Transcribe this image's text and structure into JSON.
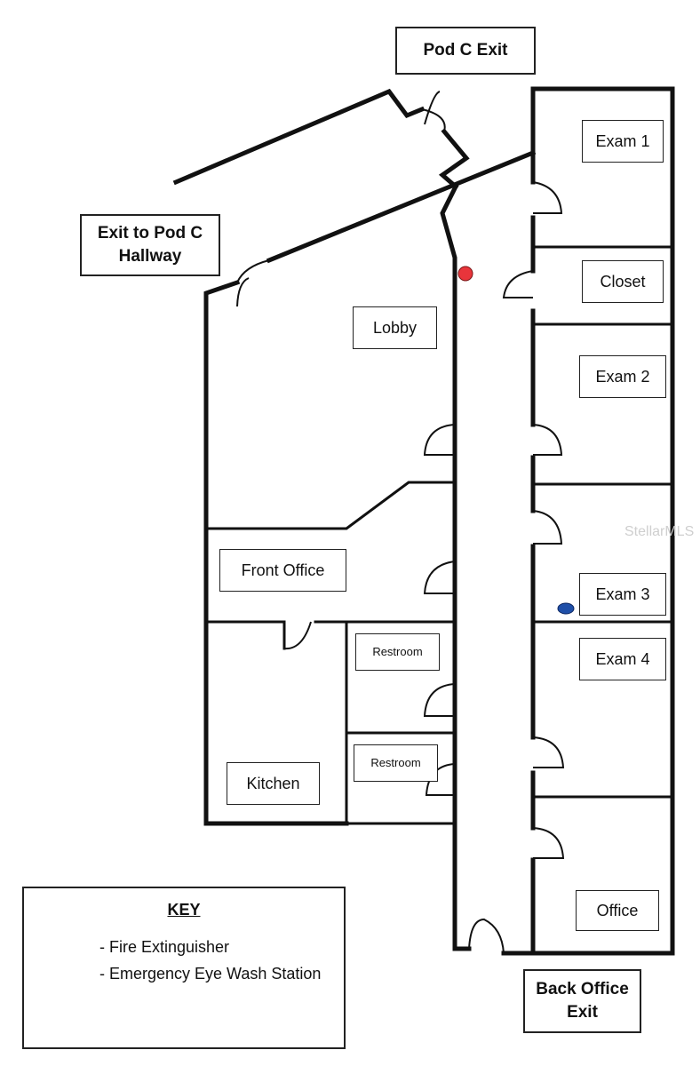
{
  "labels": {
    "pod_c_exit": "Pod C Exit",
    "exit_to_pod_c_line1": "Exit to Pod C",
    "exit_to_pod_c_line2": "Hallway",
    "exam_1": "Exam 1",
    "closet": "Closet",
    "lobby": "Lobby",
    "exam_2": "Exam 2",
    "front_office": "Front Office",
    "exam_3": "Exam 3",
    "exam_4": "Exam 4",
    "restroom_1": "Restroom",
    "restroom_2": "Restroom",
    "kitchen": "Kitchen",
    "office": "Office",
    "back_office_exit_line1": "Back Office",
    "back_office_exit_line2": "Exit"
  },
  "key": {
    "title": "KEY",
    "items": [
      "- Fire Extinguisher",
      "- Emergency Eye Wash Station"
    ]
  },
  "markers": {
    "fire_extinguisher_color": "#e8353b",
    "eye_wash_color": "#1f4fa8"
  },
  "watermark": "StellarMLS"
}
